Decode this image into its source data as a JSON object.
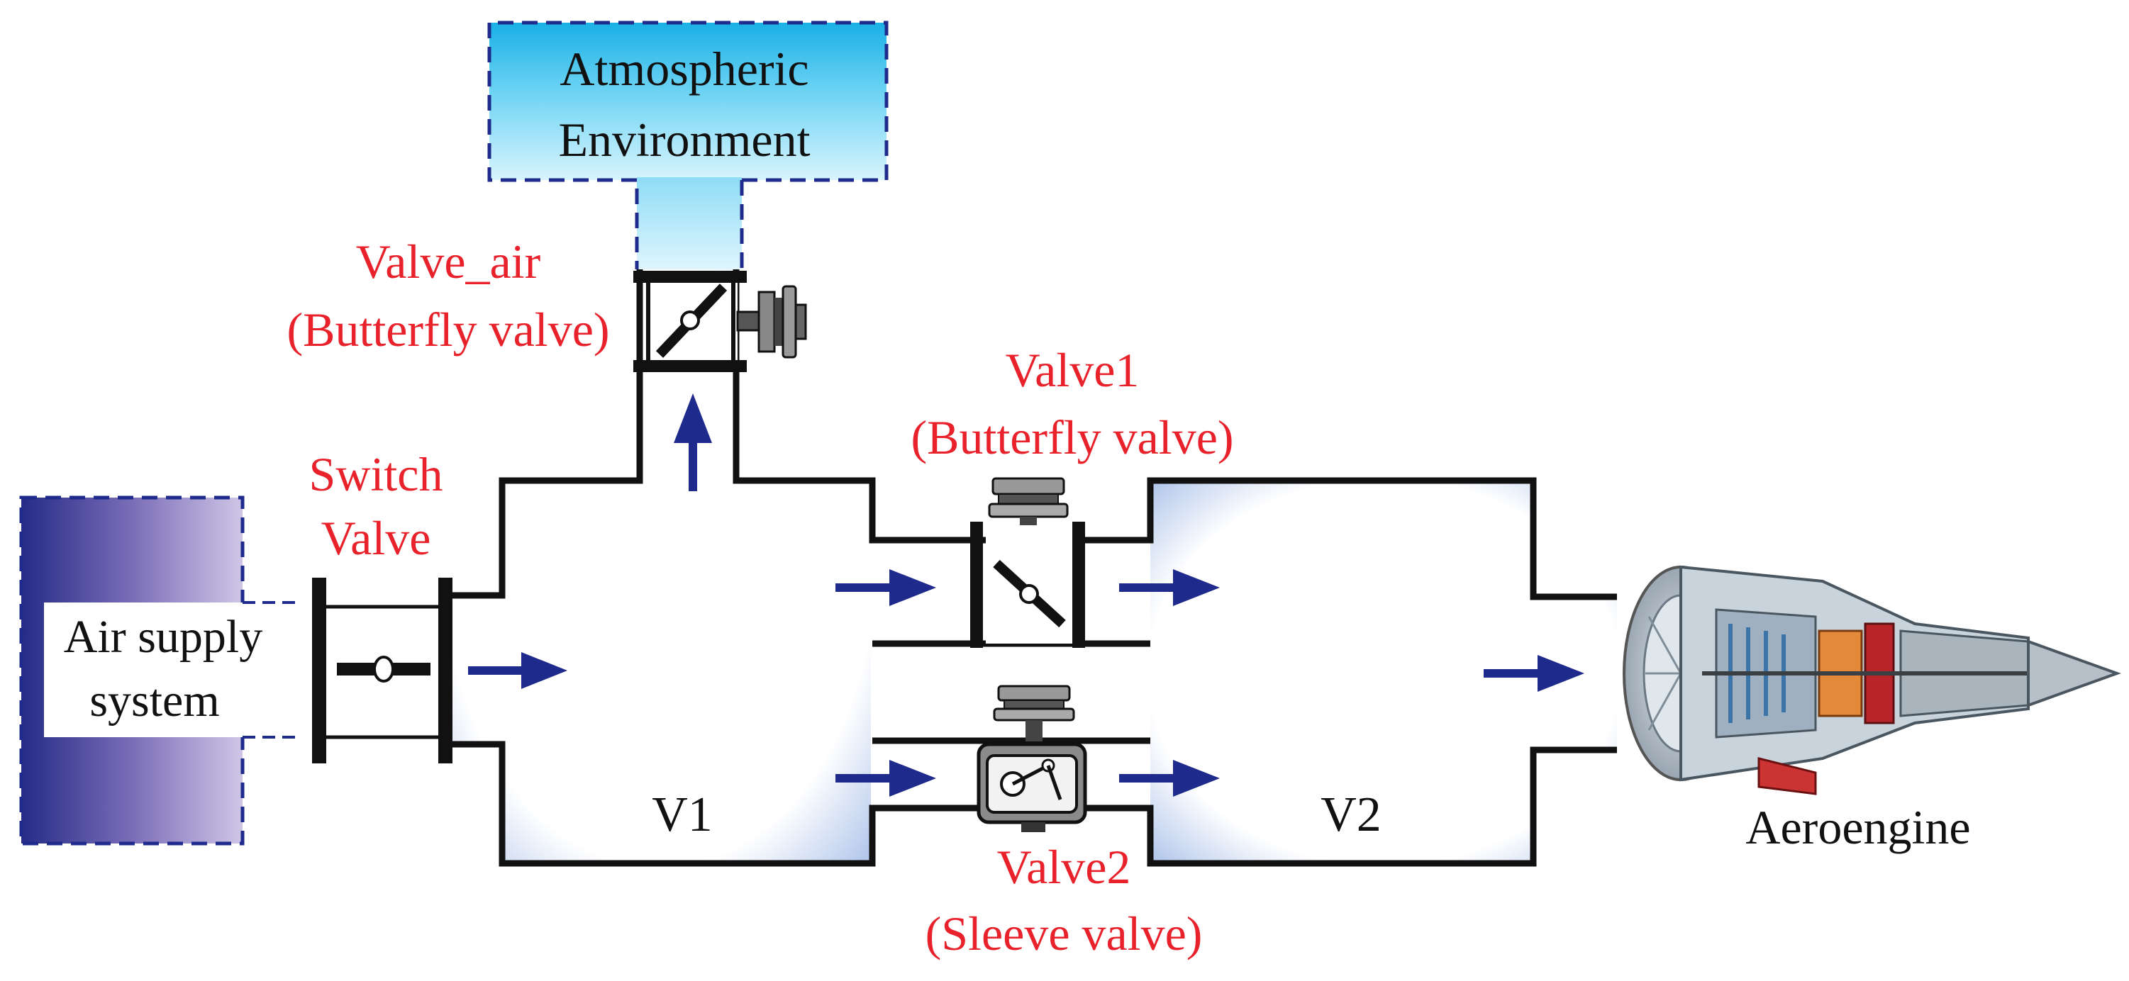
{
  "labels": {
    "atmospheric_line1": "Atmospheric",
    "atmospheric_line2": "Environment",
    "air_supply_line1": "Air supply",
    "air_supply_line2": "system",
    "switch_valve_line1": "Switch",
    "switch_valve_line2": "Valve",
    "valve_air_line1": "Valve_air",
    "valve_air_line2": "(Butterfly valve)",
    "valve1_line1": "Valve1",
    "valve1_line2": "(Butterfly valve)",
    "valve2_line1": "Valve2",
    "valve2_line2": "(Sleeve valve)",
    "v1": "V1",
    "v2": "V2",
    "aeroengine": "Aeroengine"
  },
  "colors": {
    "valve_label": "#e8212b",
    "flow_arrow": "#1e2a8c",
    "pipe": "#111111",
    "atmos_fill": "#13b3e8",
    "air_supply_fill": "#202080"
  },
  "icons": [
    "flow-arrow-icon",
    "butterfly-valve-icon",
    "sleeve-valve-icon",
    "actuator-icon",
    "aeroengine-icon"
  ]
}
